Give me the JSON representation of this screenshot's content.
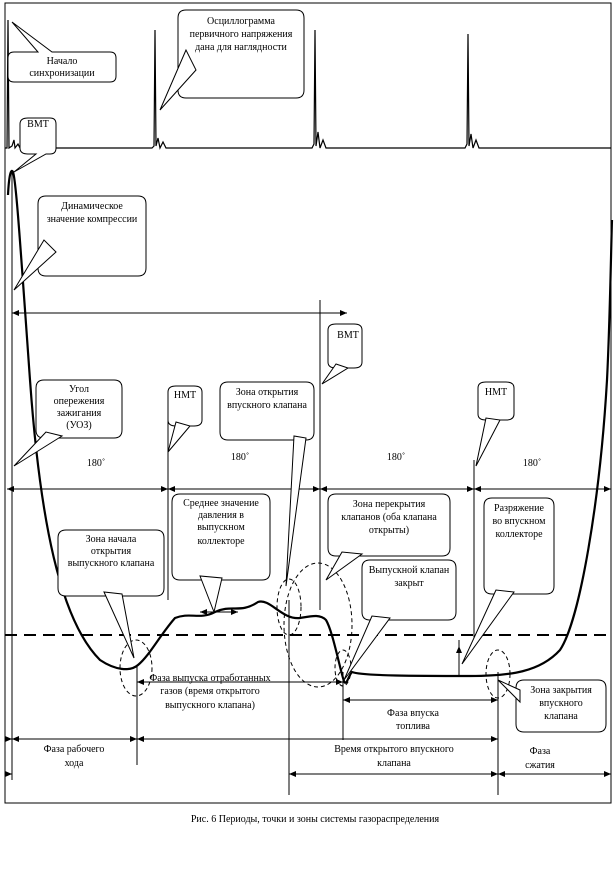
{
  "caption": "Рис. 6 Периоды, точки и зоны системы газораспределения",
  "callouts": {
    "sync_start": [
      "Начало",
      "синхронизации"
    ],
    "primary_voltage": [
      "Осциллограмма",
      "первичного напряжения",
      "дана для наглядности"
    ],
    "vmt_top": [
      "ВМТ"
    ],
    "dynamic_compression": [
      "Динамическое",
      "значение компрессии"
    ],
    "vmt_mid": [
      "ВМТ"
    ],
    "ignition_advance": [
      "Угол",
      "опережения",
      "зажигания",
      "(УОЗ)"
    ],
    "nmt_left": [
      "НМТ"
    ],
    "intake_open_zone": [
      "Зона открытия",
      "впускного клапана"
    ],
    "nmt_right": [
      "НМТ"
    ],
    "exhaust_open_start": [
      "Зона начала",
      "открытия",
      "выпускного клапана"
    ],
    "avg_exhaust_pressure": [
      "Среднее значение",
      "давления в",
      "выпускном",
      "коллекторе"
    ],
    "overlap_zone": [
      "Зона перекрытия",
      "клапанов (оба клапана",
      "открыты)"
    ],
    "exhaust_closed": [
      "Выпускной клапан",
      "закрыт"
    ],
    "intake_vacuum": [
      "Разряжение",
      "во впускном",
      "коллекторе"
    ],
    "intake_close_zone": [
      "Зона закрытия",
      "впускного",
      "клапана"
    ]
  },
  "degrees": {
    "d1": "180˚",
    "d2": "180˚",
    "d3": "180˚",
    "d4": "180˚"
  },
  "phases": {
    "exhaust_phase": [
      "Фаза выпуска отработанных",
      "газов (время открытого",
      "выпускного клапана)"
    ],
    "intake_fuel": [
      "Фаза впуска",
      "топлива"
    ],
    "power_stroke": [
      "Фаза рабочего",
      "хода"
    ],
    "intake_open_time": [
      "Время открытого впускного",
      "клапана"
    ],
    "compression_phase": [
      "Фаза",
      "сжатия"
    ]
  }
}
